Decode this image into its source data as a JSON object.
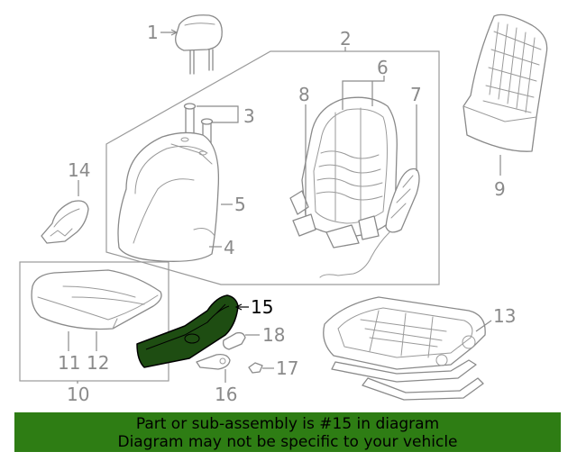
{
  "callouts": {
    "c1": "1",
    "c2": "2",
    "c3": "3",
    "c4": "4",
    "c5": "5",
    "c6": "6",
    "c7": "7",
    "c8": "8",
    "c9": "9",
    "c10": "10",
    "c11": "11",
    "c12": "12",
    "c13": "13",
    "c14": "14",
    "c15": "15",
    "c16": "16",
    "c17": "17",
    "c18": "18"
  },
  "highlighted_part": "15",
  "colors": {
    "highlight_fill": "#1e4d12",
    "banner": "#2e7d14",
    "line": "#8a8a8a"
  },
  "footer": {
    "line1": "Part or sub-assembly is #15 in diagram",
    "line2": "Diagram may not be specific to your vehicle"
  }
}
